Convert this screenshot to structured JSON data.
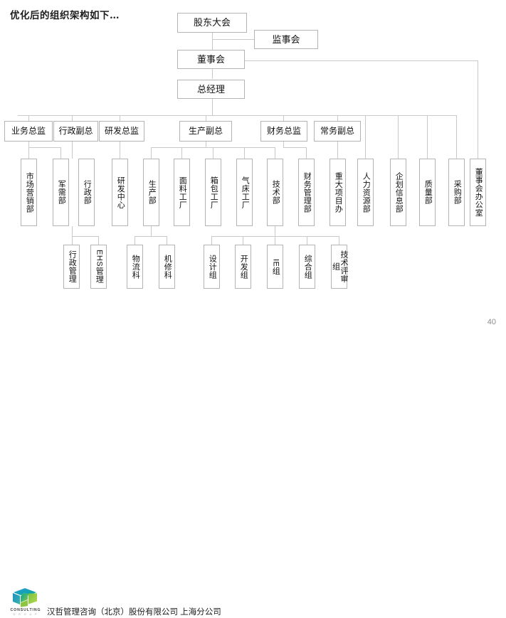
{
  "slide": {
    "title": "优化后的组织架构如下…",
    "page_number": "40",
    "footer": {
      "logo_text": "CONSULTING",
      "logo_sub": "G R O U P",
      "company": "汉哲管理咨询（北京）股份有限公司 上海分公司"
    },
    "colors": {
      "box_border": "#b4b4b4",
      "line": "#c9c9c9",
      "text": "#111111",
      "logo_green": "#8cc63f",
      "logo_teal": "#00a79d",
      "logo_blue": "#2e9bd6"
    }
  },
  "chart_data": {
    "type": "org-chart",
    "title": "优化后的组织架构如下…",
    "levels": {
      "level1": [
        {
          "id": "shareholders",
          "label": "股东大会"
        },
        {
          "id": "supervisors",
          "label": "监事会"
        }
      ],
      "level2": [
        {
          "id": "board",
          "label": "董事会"
        }
      ],
      "level3": [
        {
          "id": "gm",
          "label": "总经理"
        }
      ],
      "level4": [
        {
          "id": "biz-director",
          "label": "业务总监"
        },
        {
          "id": "admin-vp",
          "label": "行政副总"
        },
        {
          "id": "rd-director",
          "label": "研发总监"
        },
        {
          "id": "prod-vp",
          "label": "生产副总"
        },
        {
          "id": "fin-director",
          "label": "财务总监"
        },
        {
          "id": "exec-vp",
          "label": "常务副总"
        }
      ],
      "level5": [
        {
          "id": "marketing",
          "label": "市场营销部",
          "parent": "biz-director"
        },
        {
          "id": "military",
          "label": "军需部",
          "parent": "biz-director"
        },
        {
          "id": "admin-dept",
          "label": "行政部",
          "parent": "admin-vp"
        },
        {
          "id": "rd-center",
          "label": "研发中心",
          "parent": "rd-director"
        },
        {
          "id": "production",
          "label": "生产部",
          "parent": "prod-vp"
        },
        {
          "id": "fabric-plant",
          "label": "面料工厂",
          "parent": "prod-vp"
        },
        {
          "id": "bag-plant",
          "label": "箱包工厂",
          "parent": "prod-vp"
        },
        {
          "id": "airbed-plant",
          "label": "气床工厂",
          "parent": "prod-vp"
        },
        {
          "id": "tech-dept",
          "label": "技术部",
          "parent": "prod-vp"
        },
        {
          "id": "fin-mgmt",
          "label": "财务管理部",
          "parent": "fin-director"
        },
        {
          "id": "major-project",
          "label": "重大项目办",
          "parent": "exec-vp"
        },
        {
          "id": "hr",
          "label": "人力资源部",
          "parent": "gm"
        },
        {
          "id": "planning-info",
          "label": "企划信息部",
          "parent": "gm"
        },
        {
          "id": "quality",
          "label": "质量部",
          "parent": "gm"
        },
        {
          "id": "purchasing",
          "label": "采购部",
          "parent": "gm"
        },
        {
          "id": "board-office",
          "label": "董事会办公室",
          "parent": "board"
        }
      ],
      "level6": [
        {
          "id": "admin-mgmt",
          "label": "行政管理",
          "parent": "admin-dept"
        },
        {
          "id": "ehs-mgmt",
          "label": "EHS管理",
          "parent": "admin-dept"
        },
        {
          "id": "logistics",
          "label": "物流科",
          "parent": "production"
        },
        {
          "id": "maintenance",
          "label": "机修科",
          "parent": "production"
        },
        {
          "id": "design-group",
          "label": "设计组",
          "parent": "tech-dept"
        },
        {
          "id": "dev-group",
          "label": "开发组",
          "parent": "tech-dept"
        },
        {
          "id": "ie-group",
          "label": "IE组",
          "parent": "tech-dept"
        },
        {
          "id": "general-group",
          "label": "综合组",
          "parent": "tech-dept"
        },
        {
          "id": "tech-review-group",
          "label": "技术评审组",
          "parent": "tech-dept"
        }
      ]
    }
  }
}
